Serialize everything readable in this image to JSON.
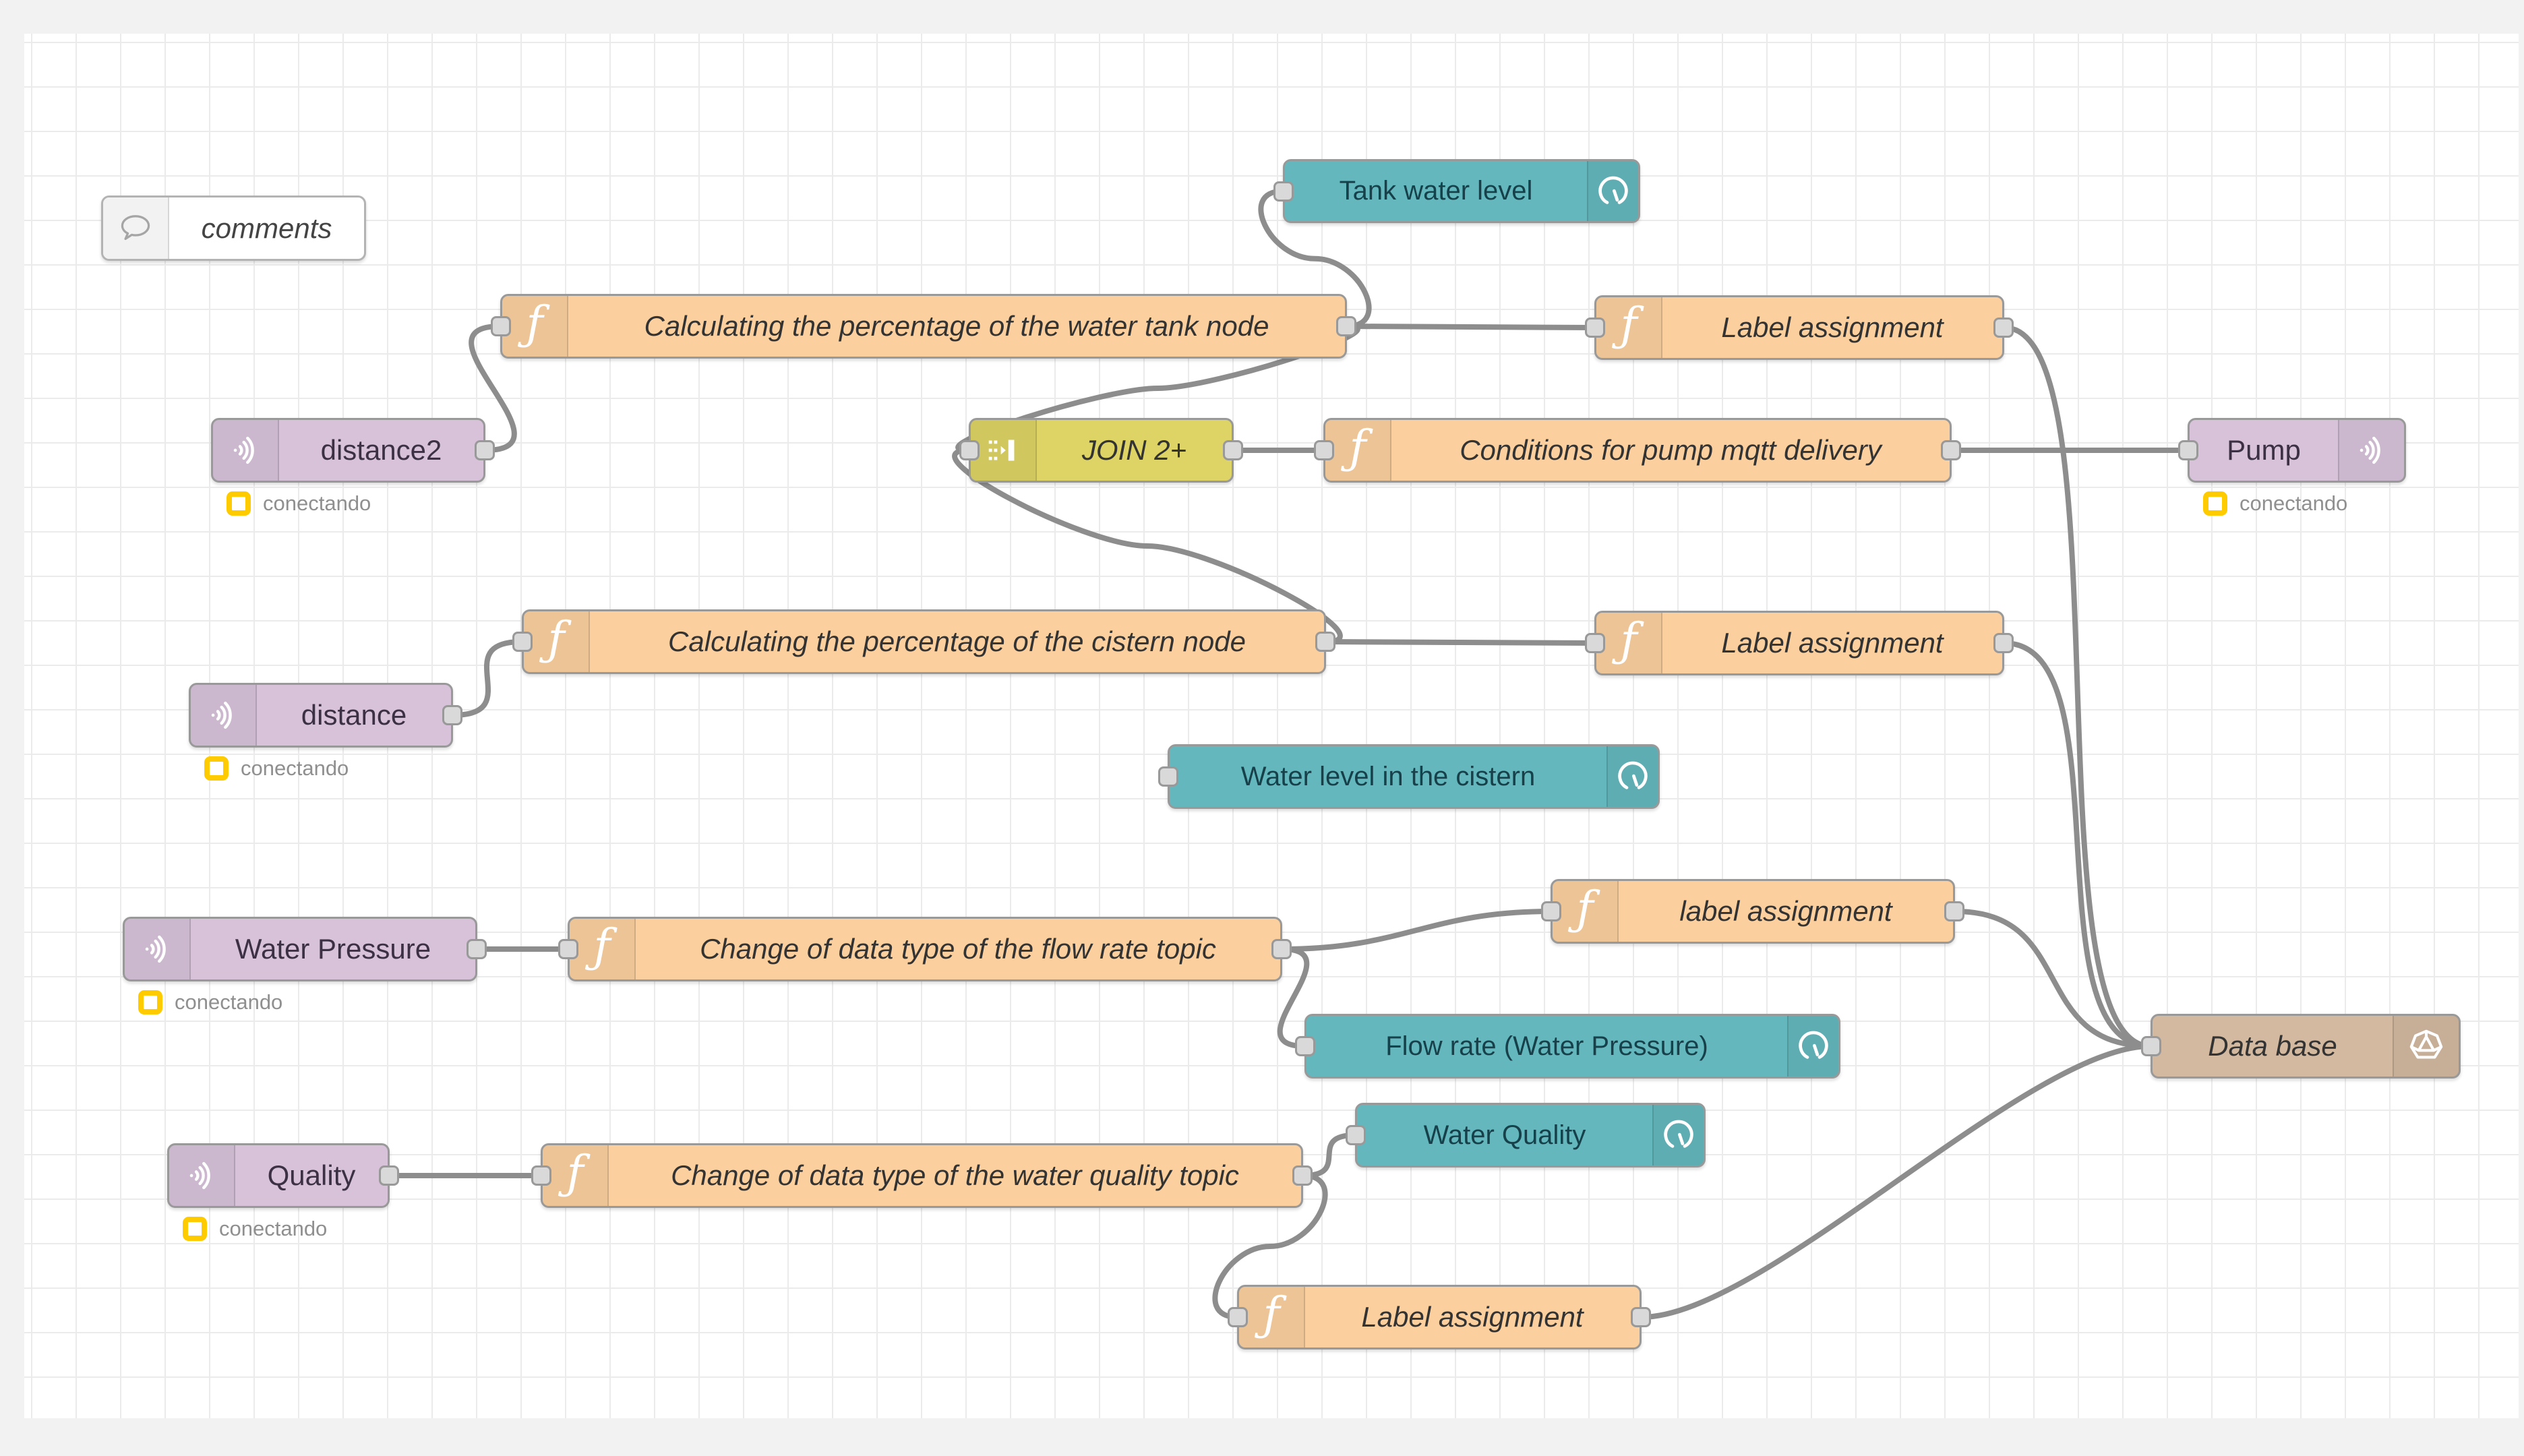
{
  "nodes": {
    "comments": {
      "label": "comments",
      "type": "comment"
    },
    "tankGauge": {
      "label": "Tank water level",
      "type": "gauge"
    },
    "calcTank": {
      "label": "Calculating the percentage of the water tank node",
      "type": "function"
    },
    "labelAssign1": {
      "label": "Label assignment",
      "type": "function"
    },
    "distance2": {
      "label": "distance2",
      "type": "mqtt-in",
      "status": "conectando"
    },
    "join": {
      "label": "JOIN 2+",
      "type": "join"
    },
    "conditions": {
      "label": "Conditions for pump mqtt delivery",
      "type": "function"
    },
    "pump": {
      "label": "Pump",
      "type": "mqtt-out",
      "status": "conectando"
    },
    "calcCistern": {
      "label": "Calculating the percentage of the cistern node",
      "type": "function"
    },
    "labelAssign2": {
      "label": "Label assignment",
      "type": "function"
    },
    "distance": {
      "label": "distance",
      "type": "mqtt-in",
      "status": "conectando"
    },
    "cisternGauge": {
      "label": "Water level in the cistern",
      "type": "gauge"
    },
    "labelAssign3": {
      "label": "label assignment",
      "type": "function"
    },
    "waterPressure": {
      "label": "Water Pressure",
      "type": "mqtt-in",
      "status": "conectando"
    },
    "changeFlow": {
      "label": "Change of data type of the flow rate topic",
      "type": "function"
    },
    "flowGauge": {
      "label": "Flow rate (Water Pressure)",
      "type": "gauge"
    },
    "database": {
      "label": "Data base",
      "type": "storage"
    },
    "qualityGauge": {
      "label": "Water Quality",
      "type": "gauge"
    },
    "quality": {
      "label": "Quality",
      "type": "mqtt-in",
      "status": "conectando"
    },
    "changeQuality": {
      "label": "Change of data type of the water quality topic",
      "type": "function"
    },
    "labelAssignBottom": {
      "label": "Label assignment",
      "type": "function"
    }
  },
  "connections": [
    [
      "distance2",
      "calcTank"
    ],
    [
      "calcTank",
      "tankGauge"
    ],
    [
      "calcTank",
      "labelAssign1"
    ],
    [
      "calcTank",
      "join"
    ],
    [
      "distance",
      "calcCistern"
    ],
    [
      "calcCistern",
      "join"
    ],
    [
      "calcCistern",
      "labelAssign2"
    ],
    [
      "join",
      "conditions"
    ],
    [
      "conditions",
      "pump"
    ],
    [
      "labelAssign1",
      "database"
    ],
    [
      "labelAssign2",
      "database"
    ],
    [
      "labelAssign3",
      "database"
    ],
    [
      "waterPressure",
      "changeFlow"
    ],
    [
      "changeFlow",
      "labelAssign3"
    ],
    [
      "changeFlow",
      "flowGauge"
    ],
    [
      "quality",
      "changeQuality"
    ],
    [
      "changeQuality",
      "qualityGauge"
    ],
    [
      "changeQuality",
      "labelAssignBottom"
    ],
    [
      "labelAssignBottom",
      "database"
    ]
  ],
  "colors": {
    "function_node": "#fbd09e",
    "mqtt_node": "#d7c2da",
    "join_node": "#ddd465",
    "gauge_node": "#64b8bd",
    "storage_node": "#d3b9a0",
    "comment_node": "#ffffff",
    "node_border": "#999999",
    "wire": "#8d8d8d",
    "status_ring": "#fecb01",
    "status_text": "#8f8f8f",
    "grid_line": "#ebebeb"
  }
}
